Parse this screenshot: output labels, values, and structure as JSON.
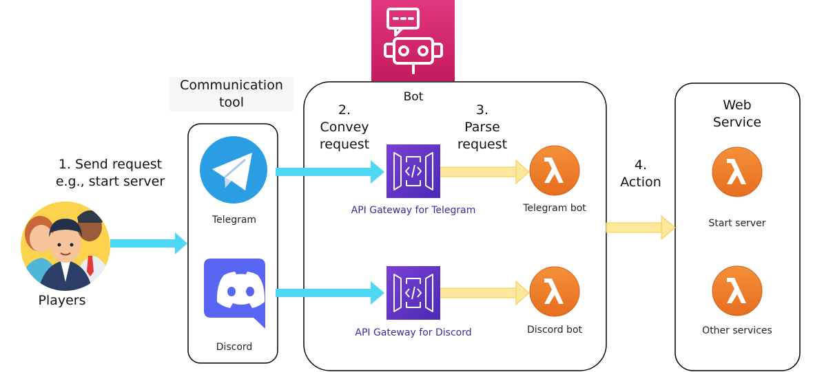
{
  "labels": {
    "communication_tool": "Communication tool",
    "bot": "Bot",
    "web_service": "Web Service",
    "step1_line1": "1. Send request",
    "step1_line2": "e.g., start server",
    "players": "Players",
    "telegram": "Telegram",
    "discord": "Discord",
    "step2_num": "2.",
    "step2_line1": "Convey",
    "step2_line2": "request",
    "step3_num": "3.",
    "step3_line1": "Parse",
    "step3_line2": "request",
    "step4_num": "4.",
    "step4_line1": "Action",
    "api_gateway_telegram": "API Gateway for Telegram",
    "api_gateway_discord": "API Gateway for Discord",
    "telegram_bot": "Telegram bot",
    "discord_bot": "Discord bot",
    "start_server": "Start server",
    "other_services": "Other services"
  },
  "icons": {
    "players": "players-group-icon",
    "telegram": "telegram-icon",
    "discord": "discord-icon",
    "bot": "bot-robot-icon",
    "api_gateway": "api-gateway-icon",
    "lambda": "lambda-icon"
  },
  "colors": {
    "cyan_arrow": "#4fd8f4",
    "yellow_arrow": "#fde79a",
    "lambda_orange": "#ef7d2a",
    "gateway_purple": "#5b3cc4",
    "bot_pink": "#e0307a",
    "telegram_blue": "#2b9ee3",
    "discord_blurple": "#5865f2"
  }
}
